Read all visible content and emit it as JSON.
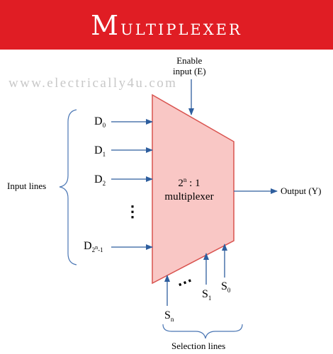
{
  "header": {
    "title": "Multiplexer"
  },
  "watermark": "www.electrically4u.com",
  "enable": {
    "line1": "Enable",
    "line2": "input (E)"
  },
  "inputs": [
    {
      "base": "D",
      "sub": "0"
    },
    {
      "base": "D",
      "sub": "1"
    },
    {
      "base": "D",
      "sub": "2"
    },
    {
      "base": "D",
      "sub": "2",
      "sup": "n",
      "sub_tail": "-1"
    }
  ],
  "input_group_label": "Input lines",
  "input_ellipsis": "⋮",
  "mux": {
    "ratio_base": "2",
    "ratio_sup": "n",
    "ratio_tail": ": 1",
    "name": "multiplexer"
  },
  "output_label": "Output (Y)",
  "selects": [
    {
      "base": "S",
      "sub": "n"
    },
    {
      "base": "S",
      "sub": "1"
    },
    {
      "base": "S",
      "sub": "0"
    }
  ],
  "select_ellipsis": "⋯",
  "select_group_label": "Selection lines",
  "colors": {
    "banner": "#e01d24",
    "block_fill": "#f9c7c5",
    "block_stroke": "#d9534f",
    "arrow": "#2e5e9e",
    "brace": "#4a76b4"
  }
}
